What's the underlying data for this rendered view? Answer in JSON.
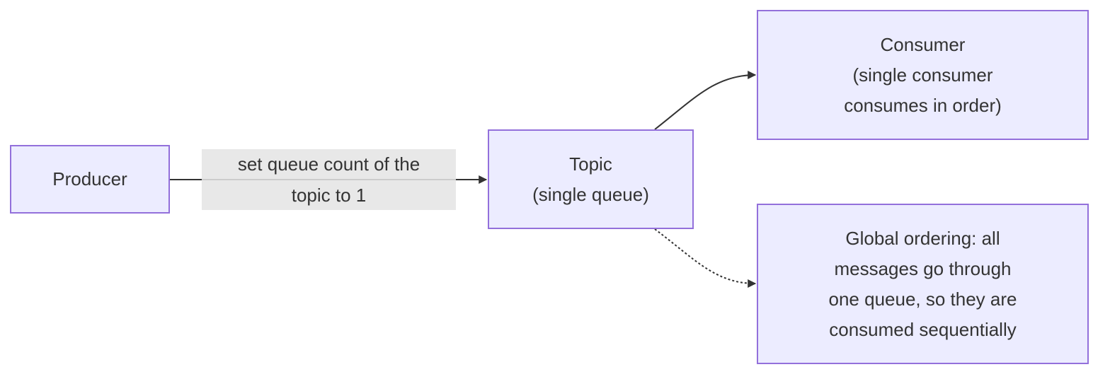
{
  "nodes": {
    "producer": {
      "label": "Producer"
    },
    "topic": {
      "label": "Topic\n(single queue)"
    },
    "consumer": {
      "label": "Consumer\n(single consumer\nconsumes in order)"
    },
    "note": {
      "label": "Global ordering: all\nmessages go through\none queue, so they are\nconsumed sequentially"
    }
  },
  "edges": {
    "producer_to_topic": {
      "label": "set queue count of the\ntopic to 1",
      "style": "solid"
    },
    "topic_to_consumer": {
      "style": "solid"
    },
    "topic_to_note": {
      "style": "dotted"
    }
  },
  "colors": {
    "node_fill": "#ececff",
    "node_stroke": "#9370db",
    "edge": "#333333",
    "label_bg": "#e8e8e8",
    "text": "#333333"
  }
}
